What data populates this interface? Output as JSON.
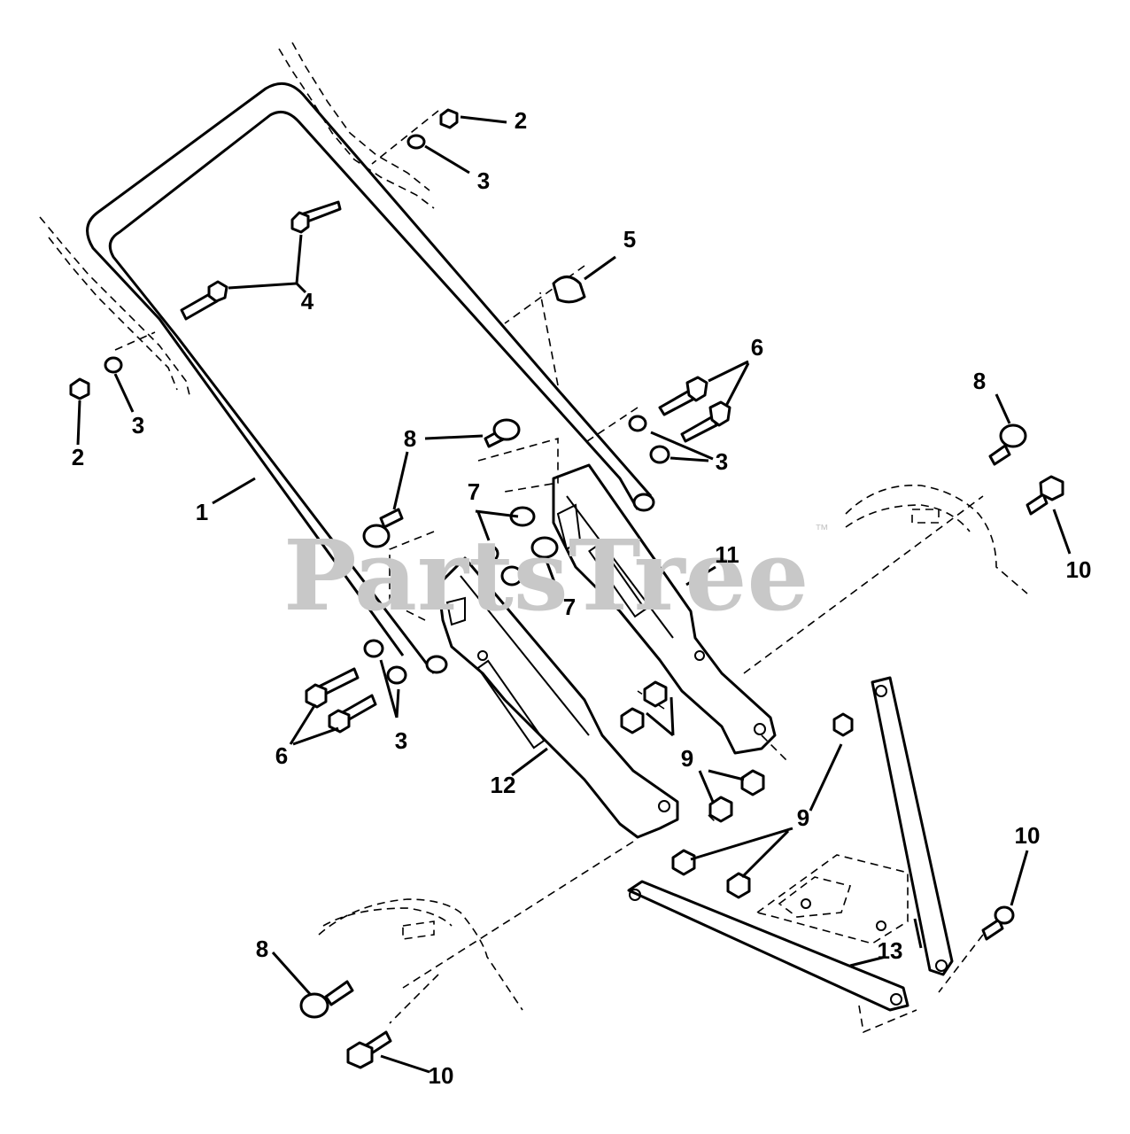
{
  "watermark": {
    "brand": "PartsTree",
    "trademark": "™"
  },
  "callouts": [
    {
      "id": "c2a",
      "label": "2"
    },
    {
      "id": "c3a",
      "label": "3"
    },
    {
      "id": "c5",
      "label": "5"
    },
    {
      "id": "c4",
      "label": "4"
    },
    {
      "id": "c3b",
      "label": "3"
    },
    {
      "id": "c2b",
      "label": "2"
    },
    {
      "id": "c6a",
      "label": "6"
    },
    {
      "id": "c8a",
      "label": "8"
    },
    {
      "id": "c3c",
      "label": "3"
    },
    {
      "id": "c8b",
      "label": "8"
    },
    {
      "id": "c10a",
      "label": "10"
    },
    {
      "id": "c8c",
      "label": "8"
    },
    {
      "id": "c1",
      "label": "1"
    },
    {
      "id": "c7a",
      "label": "7"
    },
    {
      "id": "c11",
      "label": "11"
    },
    {
      "id": "c7b",
      "label": "7"
    },
    {
      "id": "c6b",
      "label": "6"
    },
    {
      "id": "c3d",
      "label": "3"
    },
    {
      "id": "c9a",
      "label": "9"
    },
    {
      "id": "c12",
      "label": "12"
    },
    {
      "id": "c9b",
      "label": "9"
    },
    {
      "id": "c10b",
      "label": "10"
    },
    {
      "id": "c13",
      "label": "13"
    },
    {
      "id": "c8d",
      "label": "8"
    },
    {
      "id": "c10c",
      "label": "10"
    }
  ]
}
